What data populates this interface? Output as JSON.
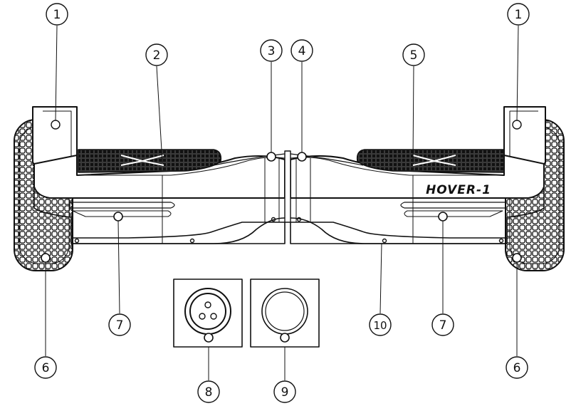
{
  "brand": "HOVER-1",
  "callouts": [
    {
      "id": "1a",
      "label": "1"
    },
    {
      "id": "1b",
      "label": "1"
    },
    {
      "id": "2",
      "label": "2"
    },
    {
      "id": "3",
      "label": "3"
    },
    {
      "id": "4",
      "label": "4"
    },
    {
      "id": "5",
      "label": "5"
    },
    {
      "id": "6a",
      "label": "6"
    },
    {
      "id": "6b",
      "label": "6"
    },
    {
      "id": "7a",
      "label": "7"
    },
    {
      "id": "7b",
      "label": "7"
    },
    {
      "id": "8",
      "label": "8"
    },
    {
      "id": "9",
      "label": "9"
    },
    {
      "id": "10",
      "label": "10"
    }
  ]
}
